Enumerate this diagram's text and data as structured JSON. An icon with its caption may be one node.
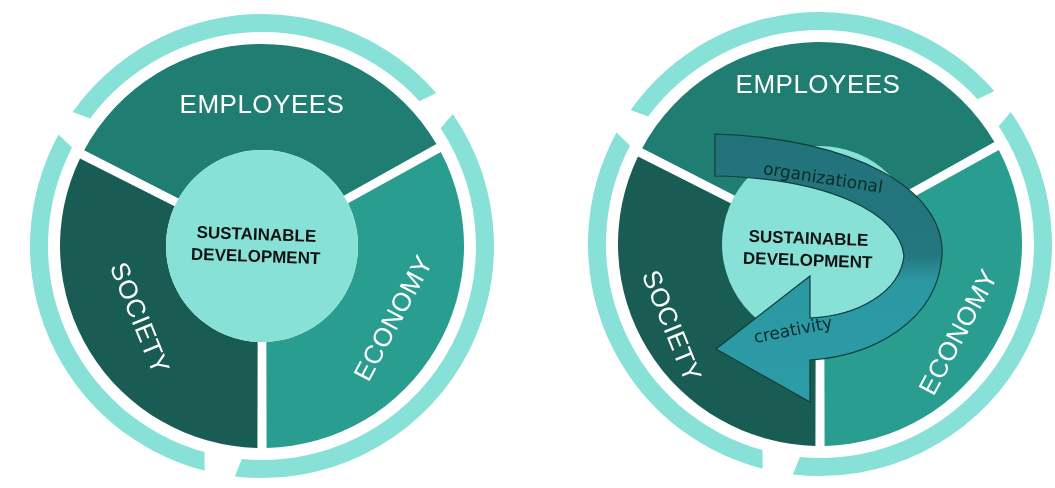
{
  "diagram": {
    "nodes": [
      {
        "text": [
          "EMPLOYEES"
        ]
      },
      {
        "text": [
          "SOCIETY"
        ]
      },
      {
        "text": [
          "ECONOMY"
        ]
      },
      {
        "text": [
          "SUSTAINABLE DEVELOPMENT"
        ]
      },
      {
        "text": [
          "EMPLOYEES"
        ]
      },
      {
        "text": [
          "SOCIETY"
        ]
      },
      {
        "text": [
          "ECONOMY"
        ]
      },
      {
        "text": [
          "SUSTAINABLE DEVELOPMENT"
        ]
      }
    ],
    "edges": [
      {
        "from": 4,
        "to": 5,
        "arrow": "to",
        "label": "organizational"
      }
    ],
    "labels": [
      "creativity"
    ]
  }
}
